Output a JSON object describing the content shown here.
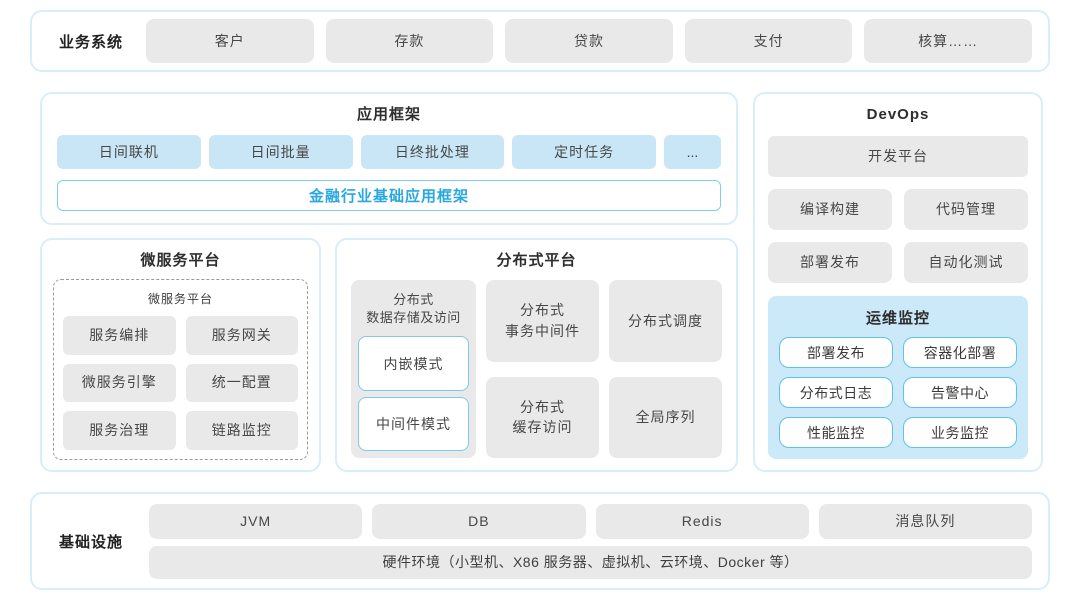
{
  "business_systems": {
    "label": "业务系统",
    "items": [
      "客户",
      "存款",
      "贷款",
      "支付",
      "核算……"
    ]
  },
  "app_framework": {
    "title": "应用框架",
    "modules": [
      "日间联机",
      "日间批量",
      "日终批处理",
      "定时任务"
    ],
    "more": "...",
    "base_framework": "金融行业基础应用框架"
  },
  "microservice_platform": {
    "title": "微服务平台",
    "inner_title": "微服务平台",
    "items": [
      "服务编排",
      "服务网关",
      "微服务引擎",
      "统一配置",
      "服务治理",
      "链路监控"
    ]
  },
  "distributed_platform": {
    "title": "分布式平台",
    "storage": {
      "label_line1": "分布式",
      "label_line2": "数据存储及访问",
      "modes": [
        "内嵌模式",
        "中间件模式"
      ]
    },
    "tx_middleware_line1": "分布式",
    "tx_middleware_line2": "事务中间件",
    "scheduler": "分布式调度",
    "cache_line1": "分布式",
    "cache_line2": "缓存访问",
    "global_sequence": "全局序列"
  },
  "devops": {
    "title": "DevOps",
    "dev_platform": "开发平台",
    "items": [
      "编译构建",
      "代码管理",
      "部署发布",
      "自动化测试"
    ],
    "ops_monitoring": {
      "title": "运维监控",
      "items": [
        "部署发布",
        "容器化部署",
        "分布式日志",
        "告警中心",
        "性能监控",
        "业务监控"
      ]
    }
  },
  "infrastructure": {
    "label": "基础设施",
    "items": [
      "JVM",
      "DB",
      "Redis",
      "消息队列"
    ],
    "hardware": "硬件环境（小型机、X86 服务器、虚拟机、云环境、Docker 等）"
  },
  "colors": {
    "panel_border": "#d9eefa",
    "gray_block": "#e9e9ea",
    "blue_block": "#c9e6f6",
    "accent_blue_text": "#29a7e1",
    "accent_blue_border": "#7fceee",
    "monitor_panel_bg": "#cbe9f8",
    "monitor_chip_border": "#5fc2e8"
  }
}
